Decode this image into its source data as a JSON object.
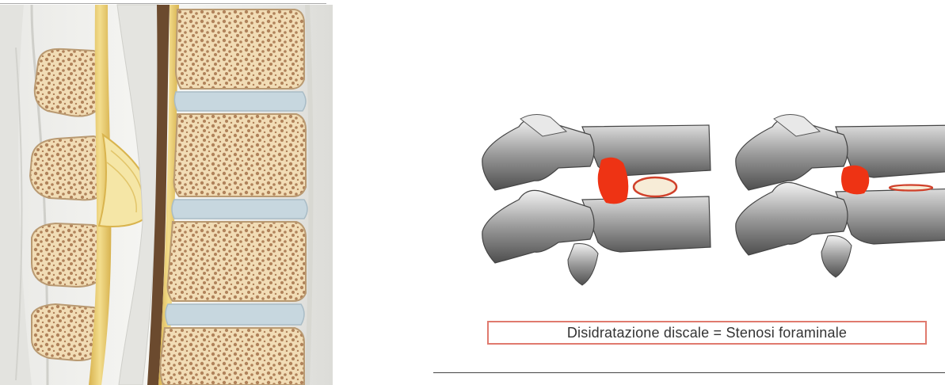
{
  "caption": {
    "text": "Disidratazione discale = Stenosi foraminale",
    "border_color": "#e07a6e"
  },
  "colors": {
    "bone": "#f1dcb5",
    "bone_pore": "#b0825a",
    "disc": "#c7d7df",
    "ligament_yellow": "#e7c86a",
    "dura": "#6b4a2e",
    "foramen_red": "#ee3314",
    "disc_oval_fill": "#f7ecd7",
    "vertebra_gray": "#777777"
  },
  "illustrations": [
    {
      "name": "spine-sagittal-section"
    },
    {
      "name": "vertebrae-normal-disc"
    },
    {
      "name": "vertebrae-dehydrated-disc"
    }
  ]
}
